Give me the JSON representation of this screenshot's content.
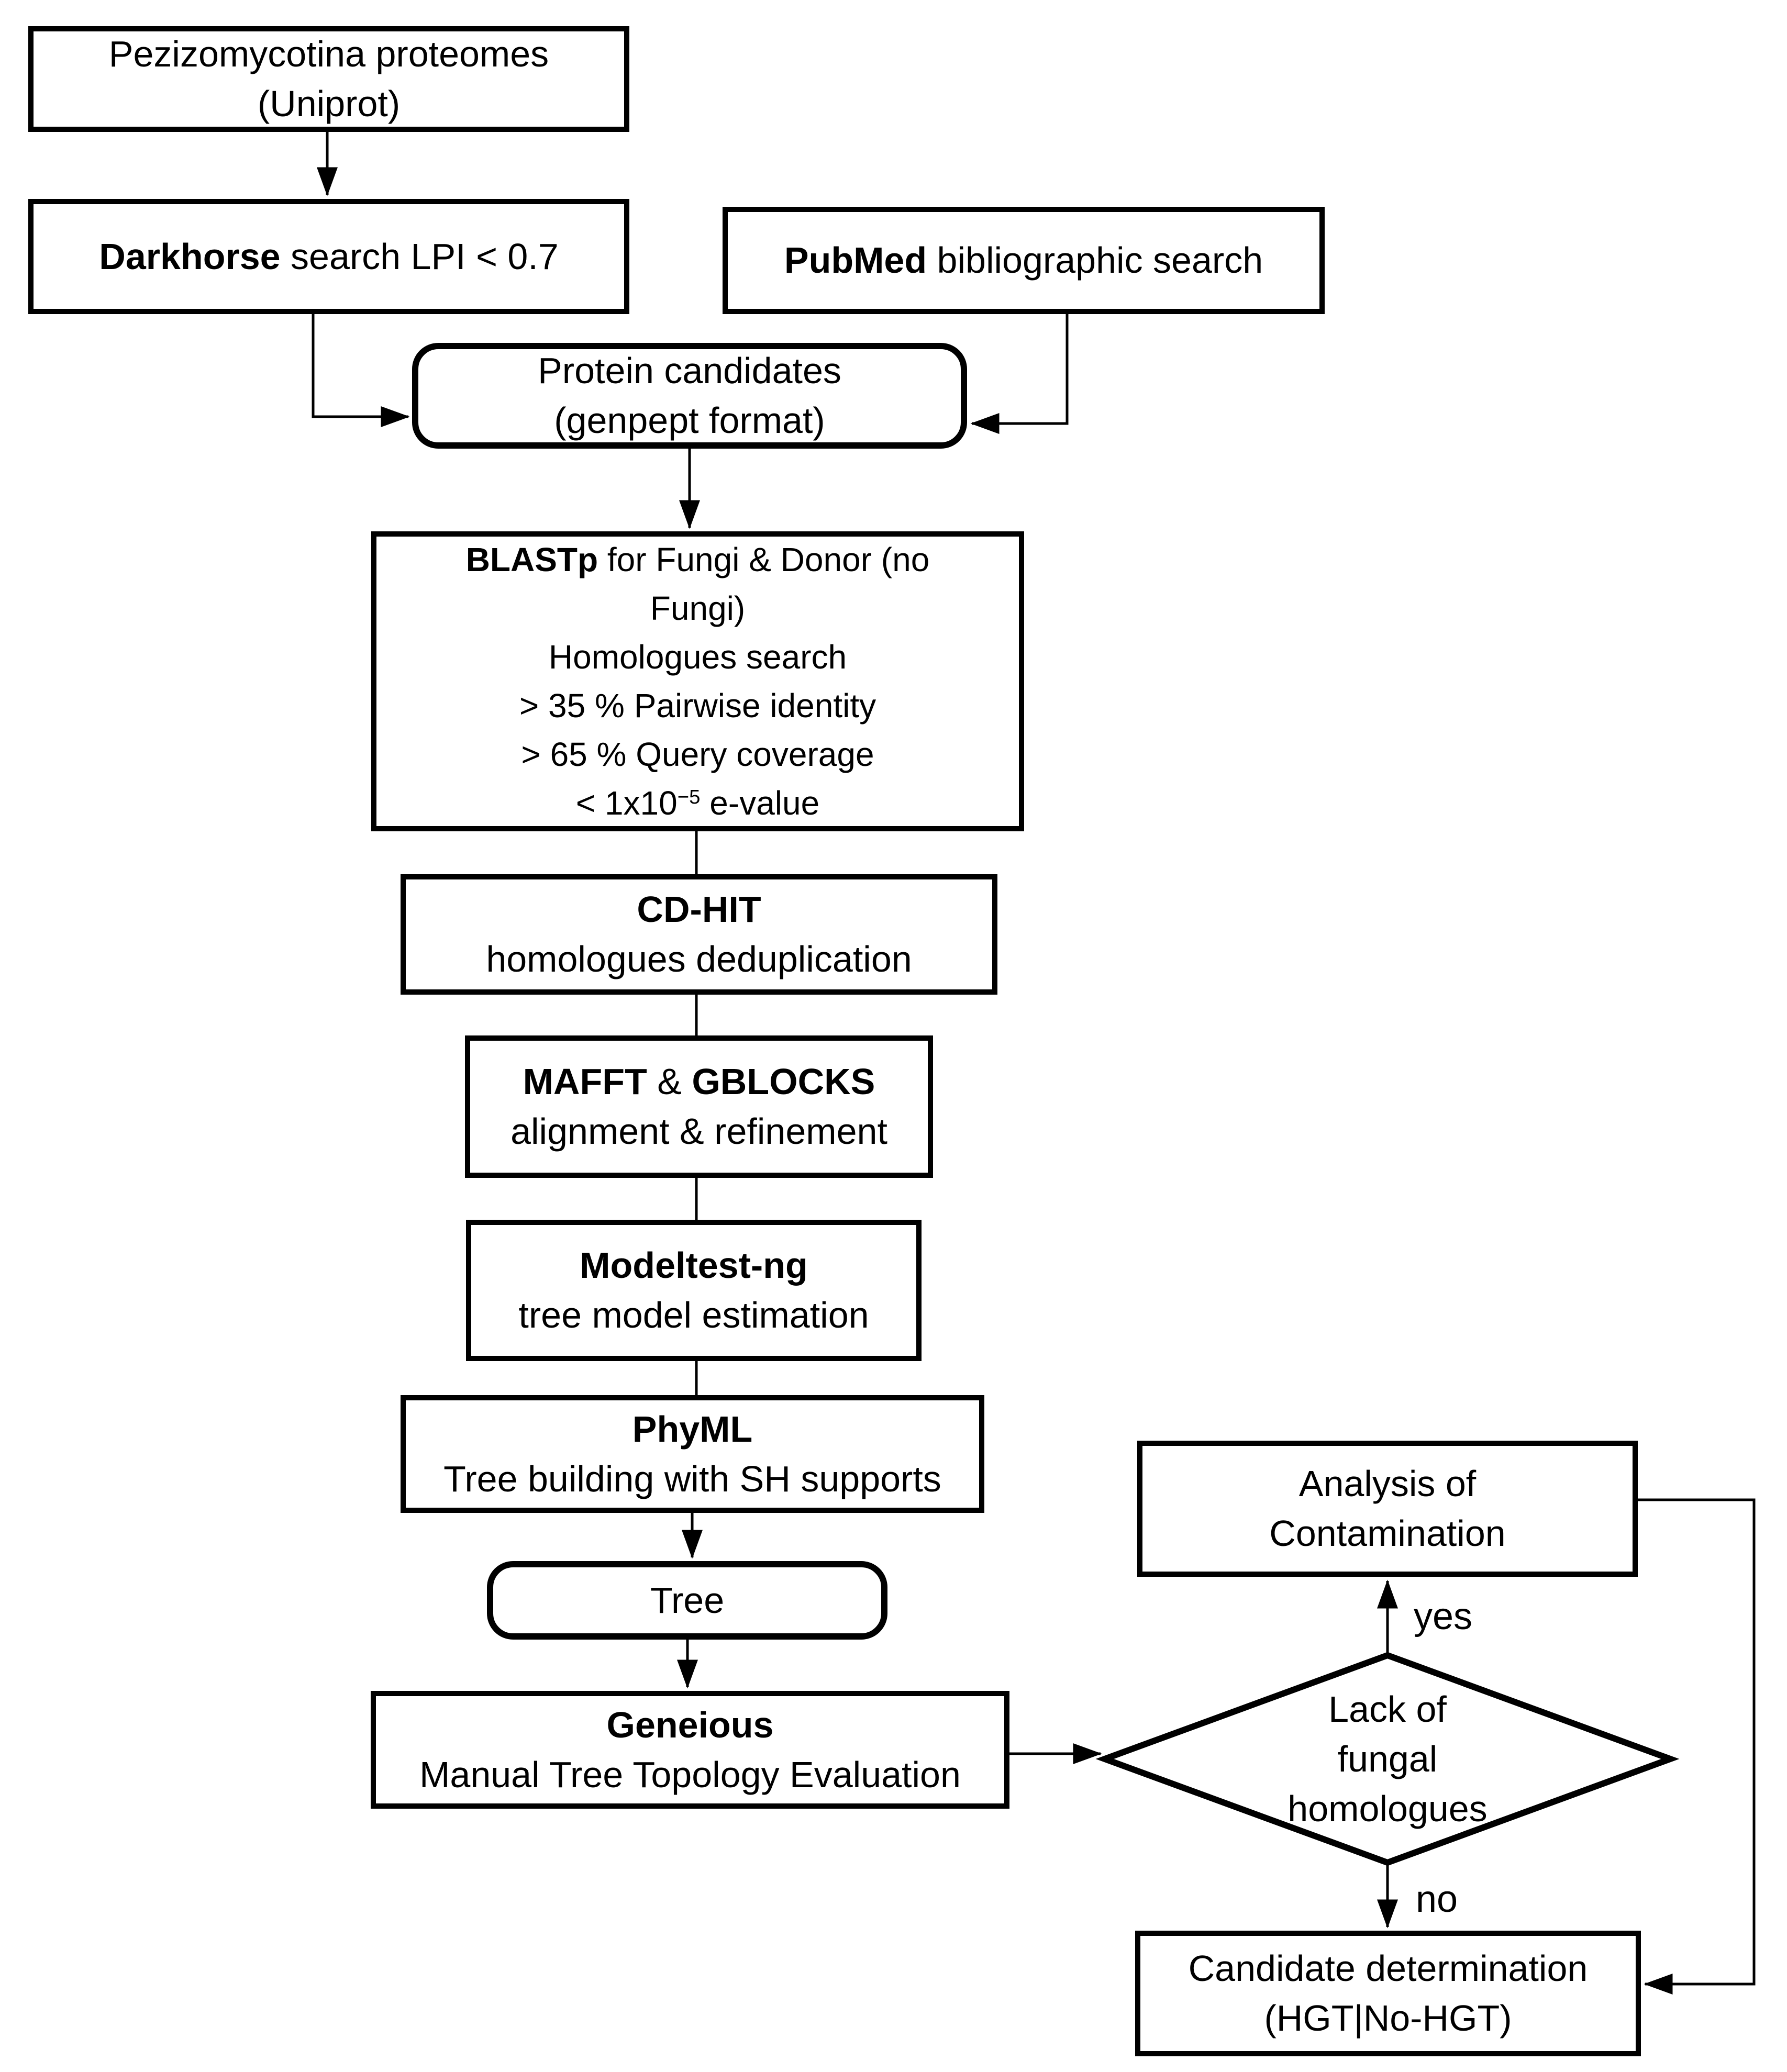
{
  "colors": {
    "background": "#ffffff",
    "stroke": "#000000",
    "text": "#000000"
  },
  "nodes": {
    "pezizomycotina": {
      "line1": "Pezizomycotina proteomes",
      "line2": "(Uniprot)"
    },
    "darkhorse": {
      "tool": "Darkhorse",
      "rest": " search LPI < 0.7"
    },
    "pubmed": {
      "tool": "PubMed",
      "rest": " bibliographic search"
    },
    "protein_candidates": {
      "line1": "Protein candidates",
      "line2": "(genpept format)"
    },
    "blastp": {
      "tool": "BLASTp",
      "line1_rest": " for Fungi & Donor (no",
      "line2": "Fungi)",
      "line3": "Homologues search",
      "line4": "> 35 % Pairwise identity",
      "line5": "> 65 % Query coverage",
      "evalue_base": "< 1x10",
      "evalue_exp": "−5",
      "evalue_rest": " e-value"
    },
    "cdhit": {
      "tool": "CD-HIT",
      "line2": "homologues deduplication"
    },
    "mafft": {
      "tool1": "MAFFT",
      "sep": " & ",
      "tool2": "GBLOCKS",
      "line2": "alignment & refinement"
    },
    "modeltest": {
      "tool": "Modeltest-ng",
      "line2": "tree model estimation"
    },
    "phyml": {
      "tool": "PhyML",
      "line2": "Tree building with SH supports"
    },
    "tree": {
      "label": "Tree"
    },
    "geneious": {
      "tool": "Geneious",
      "line2": "Manual Tree Topology Evaluation"
    },
    "decision": {
      "line1": "Lack of",
      "line2": "fungal",
      "line3": "homologues"
    },
    "analysis": {
      "line1": "Analysis of",
      "line2": "Contamination"
    },
    "candidate": {
      "line1": "Candidate determination",
      "line2": "(HGT|No-HGT)"
    }
  },
  "edge_labels": {
    "yes": "yes",
    "no": "no"
  }
}
